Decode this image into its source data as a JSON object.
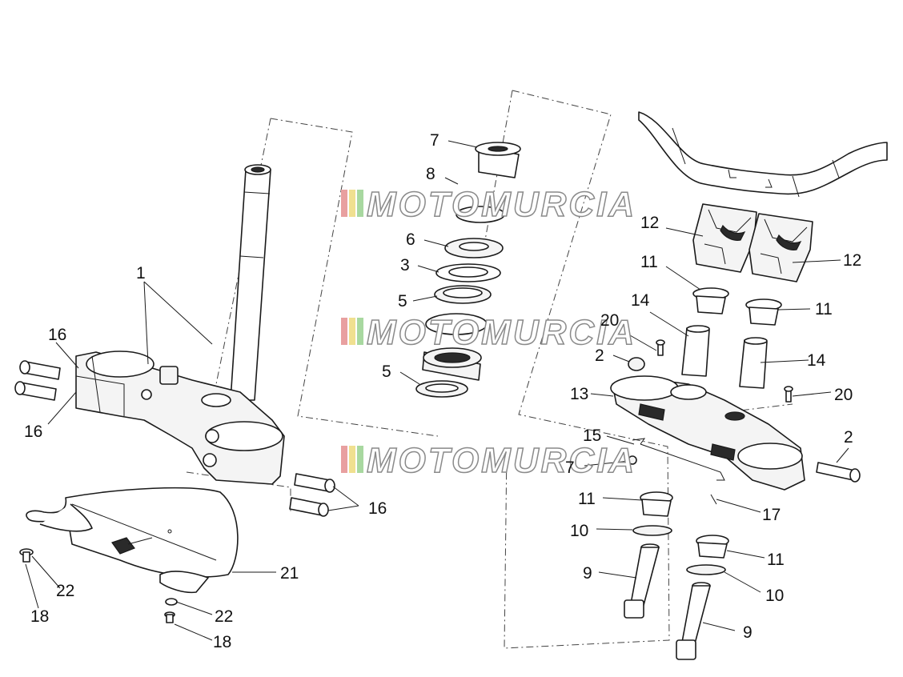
{
  "watermark": {
    "text": "MOTOMURCIA",
    "stripe_colors": [
      "#e8a0a0",
      "#f0e090",
      "#a8d8a0"
    ]
  },
  "callouts": [
    {
      "id": "c1",
      "text": "1"
    },
    {
      "id": "c16a",
      "text": "16"
    },
    {
      "id": "c16b",
      "text": "16"
    },
    {
      "id": "c16c",
      "text": "16"
    },
    {
      "id": "c7a",
      "text": "7"
    },
    {
      "id": "c8",
      "text": "8"
    },
    {
      "id": "c6",
      "text": "6"
    },
    {
      "id": "c3",
      "text": "3"
    },
    {
      "id": "c5a",
      "text": "5"
    },
    {
      "id": "c5b",
      "text": "5"
    },
    {
      "id": "c12a",
      "text": "12"
    },
    {
      "id": "c12b",
      "text": "12"
    },
    {
      "id": "c11a",
      "text": "11"
    },
    {
      "id": "c11b",
      "text": "11"
    },
    {
      "id": "c14a",
      "text": "14"
    },
    {
      "id": "c20a",
      "text": "20"
    },
    {
      "id": "c2a",
      "text": "2"
    },
    {
      "id": "c14b",
      "text": "14"
    },
    {
      "id": "c13",
      "text": "13"
    },
    {
      "id": "c20b",
      "text": "20"
    },
    {
      "id": "c15",
      "text": "15"
    },
    {
      "id": "c2b",
      "text": "2"
    },
    {
      "id": "c7b",
      "text": "7"
    },
    {
      "id": "c11c",
      "text": "11"
    },
    {
      "id": "c17",
      "text": "17"
    },
    {
      "id": "c10a",
      "text": "10"
    },
    {
      "id": "c11d",
      "text": "11"
    },
    {
      "id": "c9a",
      "text": "9"
    },
    {
      "id": "c10b",
      "text": "10"
    },
    {
      "id": "c9b",
      "text": "9"
    },
    {
      "id": "c21",
      "text": "21"
    },
    {
      "id": "c22a",
      "text": "22"
    },
    {
      "id": "c22b",
      "text": "22"
    },
    {
      "id": "c18a",
      "text": "18"
    },
    {
      "id": "c18b",
      "text": "18"
    }
  ]
}
